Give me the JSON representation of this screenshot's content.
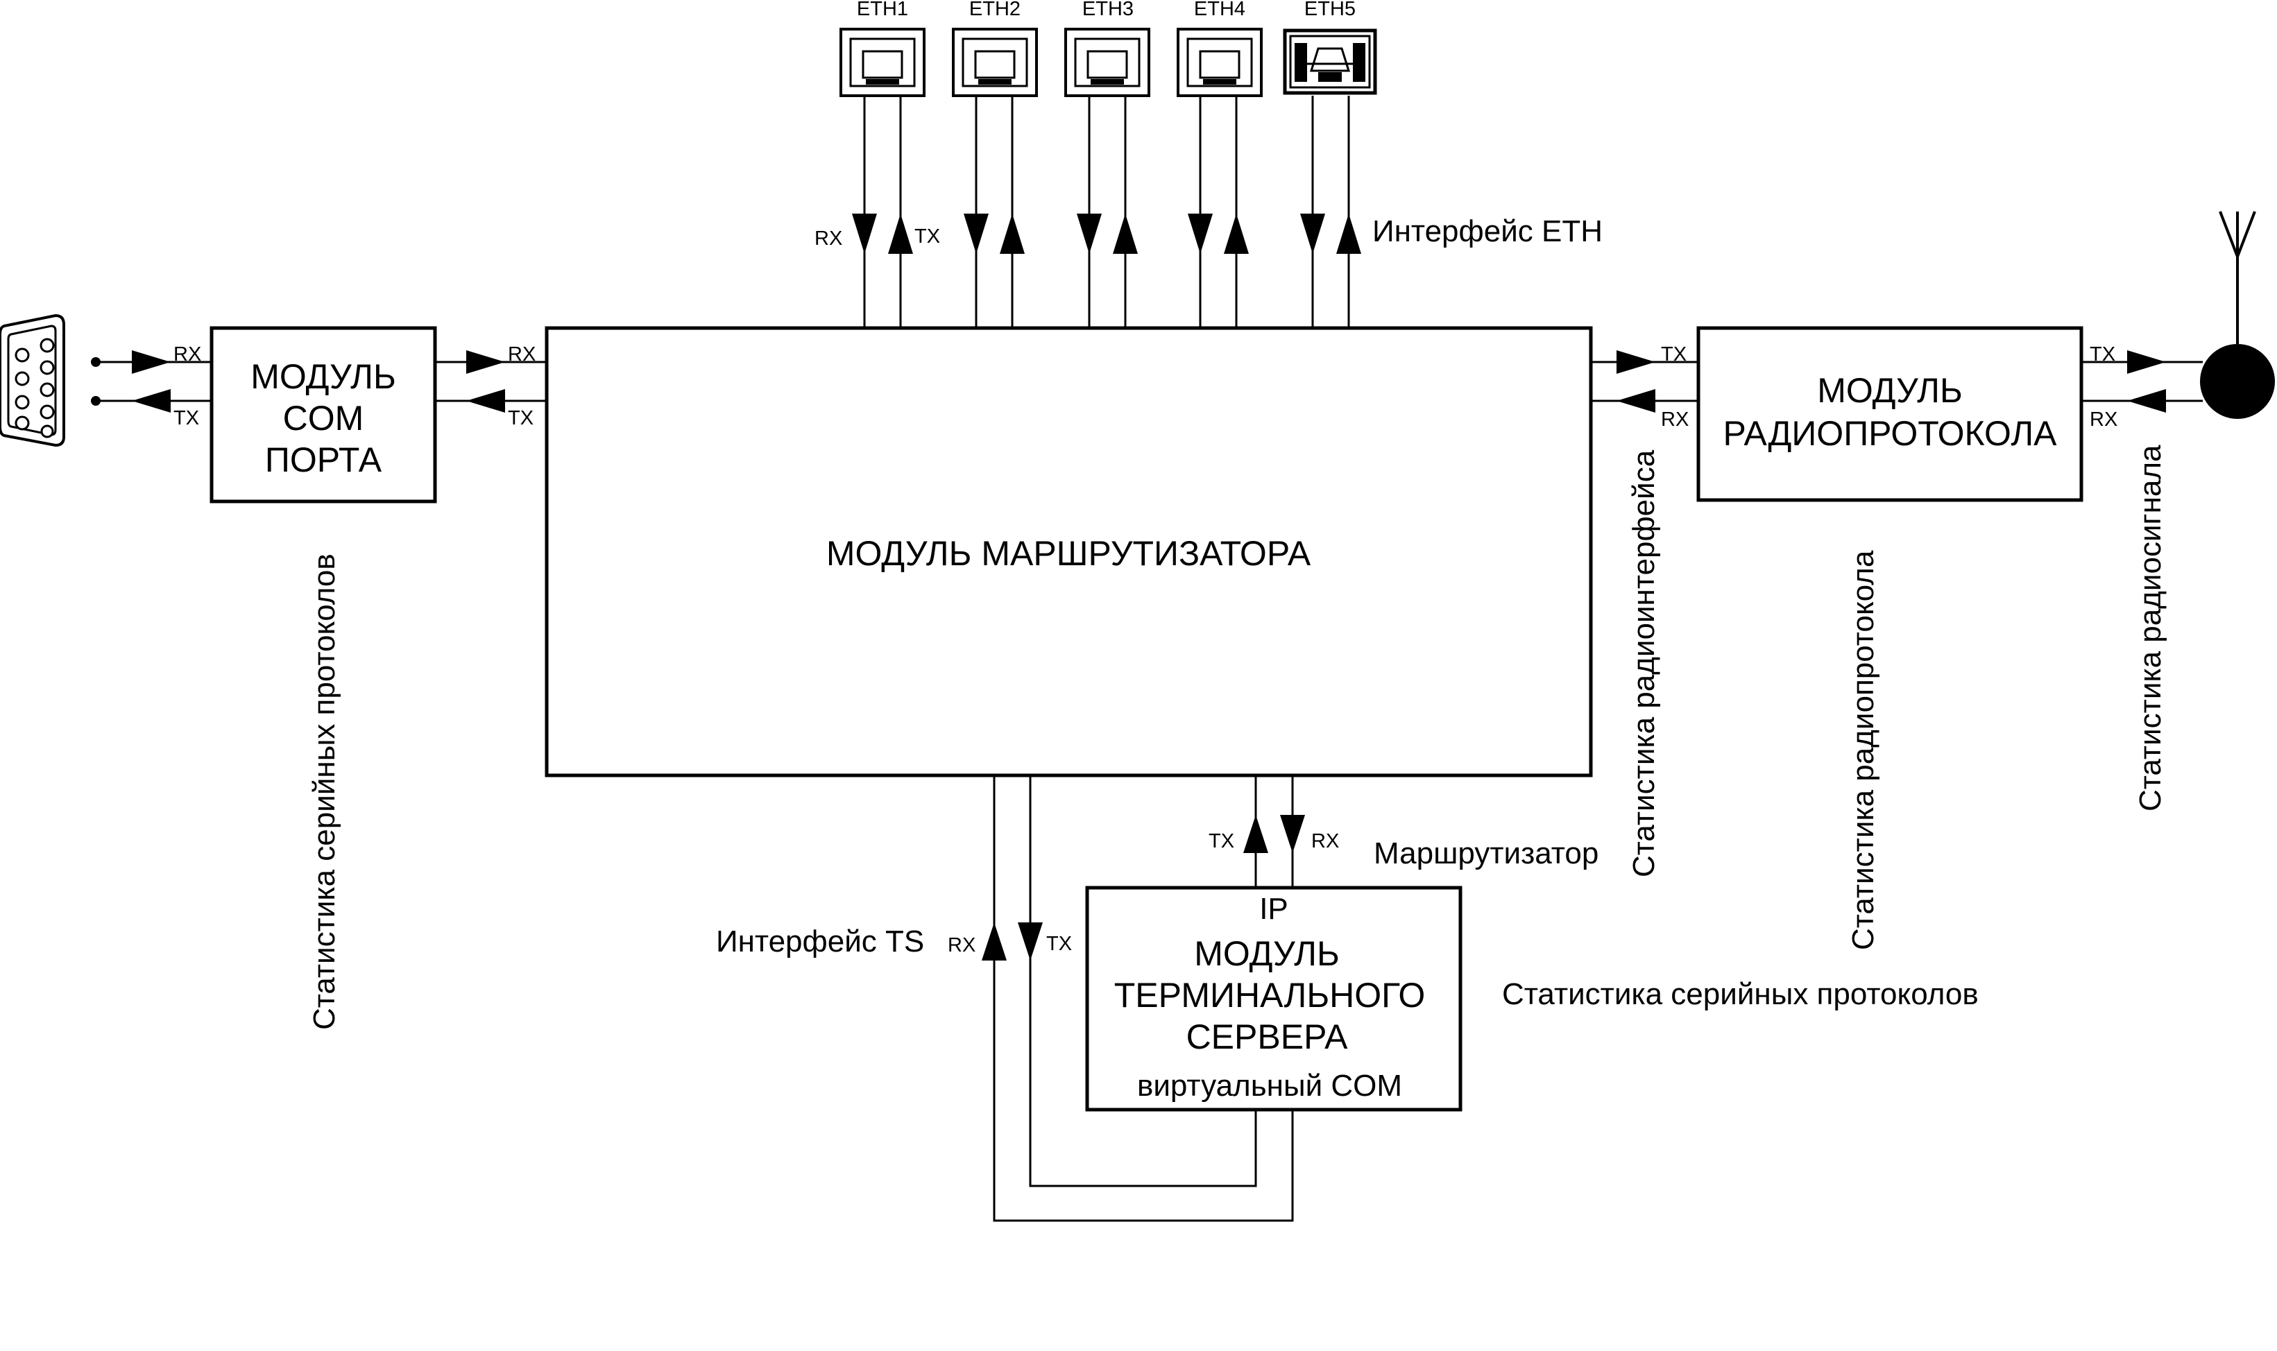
{
  "blocks": {
    "com_port": [
      "МОДУЛЬ",
      "COM",
      "ПОРТА"
    ],
    "router": "МОДУЛЬ МАРШРУТИЗАТОРА",
    "radio": [
      "МОДУЛЬ",
      "РАДИОПРОТОКОЛА"
    ],
    "terminal": {
      "ip": "IP",
      "lines": [
        "МОДУЛЬ",
        "ТЕРМИНАЛЬНОГО",
        "СЕРВЕРА"
      ],
      "virtual_com": "виртуальный COM"
    }
  },
  "eth_ports": [
    "ETH1",
    "ETH2",
    "ETH3",
    "ETH4",
    "ETH5"
  ],
  "signal_labels": {
    "rx": "RX",
    "tx": "TX"
  },
  "annotations": {
    "eth_interface": "Интерфейс ETH",
    "ts_interface": "Интерфейс TS",
    "router_label": "Маршрутизатор",
    "serial_stats_terminal": "Статистика серийных протоколов",
    "serial_stats_com": "Статистика серийных протоколов",
    "radio_iface_stats": "Статистика радиоинтерфейса",
    "radio_proto_stats": "Статистика радиопротокола",
    "radio_signal_stats": "Статистика радиосигнала"
  },
  "icons": {
    "serial_connector": "db9-connector-icon",
    "ethernet_port": "rj45-port-icon",
    "sfp_port": "sfp-port-icon",
    "antenna": "antenna-icon"
  }
}
